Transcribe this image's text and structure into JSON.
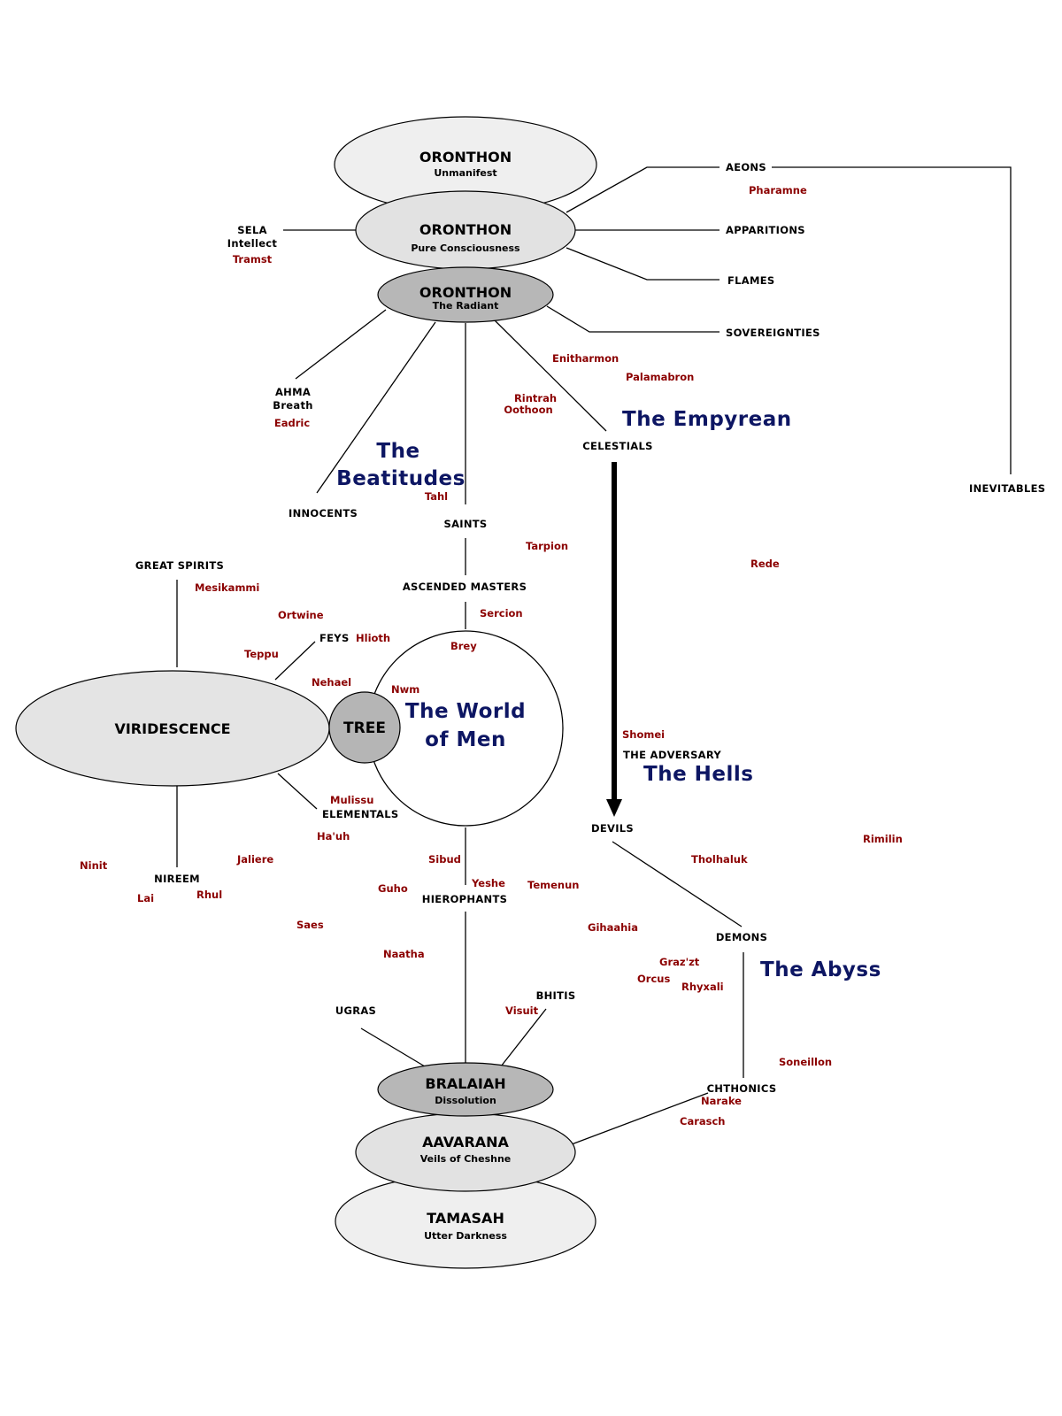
{
  "nodes": {
    "oronthon_unmanifest": {
      "title": "ORONTHON",
      "subtitle": "Unmanifest"
    },
    "oronthon_consciousness": {
      "title": "ORONTHON",
      "subtitle": "Pure Consciousness"
    },
    "oronthon_radiant": {
      "title": "ORONTHON",
      "subtitle": "The Radiant"
    },
    "viridescence": {
      "title": "VIRIDESCENCE"
    },
    "tree": {
      "title": "TREE"
    },
    "bralaiah": {
      "title": "BRALAIAH",
      "subtitle": "Dissolution"
    },
    "aavarana": {
      "title": "AAVARANA",
      "subtitle": "Veils of Cheshne"
    },
    "tamasah": {
      "title": "TAMASAH",
      "subtitle": "Utter Darkness"
    }
  },
  "labels": {
    "aeons": "AEONS",
    "apparitions": "APPARITIONS",
    "flames": "FLAMES",
    "sovereignties": "SOVEREIGNTIES",
    "inevitables": "INEVITABLES",
    "sela": "SELA",
    "sela_sub": "Intellect",
    "ahma": "AHMA",
    "ahma_sub": "Breath",
    "innocents": "INNOCENTS",
    "saints": "SAINTS",
    "celestials": "CELESTIALS",
    "ascended_masters": "ASCENDED MASTERS",
    "great_spirits": "GREAT SPIRITS",
    "feys": "FEYS",
    "elementals": "ELEMENTALS",
    "nireem": "NIREEM",
    "hierophants": "HIEROPHANTS",
    "ugras": "UGRAS",
    "bhitis": "BHITIS",
    "the_adversary": "THE ADVERSARY",
    "devils": "DEVILS",
    "demons": "DEMONS",
    "chthonics": "CHTHONICS"
  },
  "realms": {
    "empyrean": "The Empyrean",
    "beatitudes_1": "The",
    "beatitudes_2": "Beatitudes",
    "world_1": "The World",
    "world_2": "of Men",
    "hells": "The Hells",
    "abyss": "The Abyss"
  },
  "names": {
    "pharamne": "Pharamne",
    "tramst": "Tramst",
    "enitharmon": "Enitharmon",
    "palamabron": "Palamabron",
    "rintrah": "Rintrah",
    "oothoon": "Oothoon",
    "eadric": "Eadric",
    "tahl": "Tahl",
    "tarpion": "Tarpion",
    "rede": "Rede",
    "mesikammi": "Mesikammi",
    "ortwine": "Ortwine",
    "sercion": "Sercion",
    "hlioth": "Hlioth",
    "teppu": "Teppu",
    "brey": "Brey",
    "nehael": "Nehael",
    "nwm": "Nwm",
    "shomei": "Shomei",
    "mulissu": "Mulissu",
    "hauh": "Ha'uh",
    "rimilin": "Rimilin",
    "tholhaluk": "Tholhaluk",
    "jaliere": "Jaliere",
    "sibud": "Sibud",
    "ninit": "Ninit",
    "yeshe": "Yeshe",
    "temenun": "Temenun",
    "guho": "Guho",
    "lai": "Lai",
    "rhul": "Rhul",
    "gihaahia": "Gihaahia",
    "saes": "Saes",
    "naatha": "Naatha",
    "grazzt": "Graz'zt",
    "orcus": "Orcus",
    "rhyxali": "Rhyxali",
    "visuit": "Visuit",
    "soneillon": "Soneillon",
    "narake": "Narake",
    "carasch": "Carasch"
  }
}
